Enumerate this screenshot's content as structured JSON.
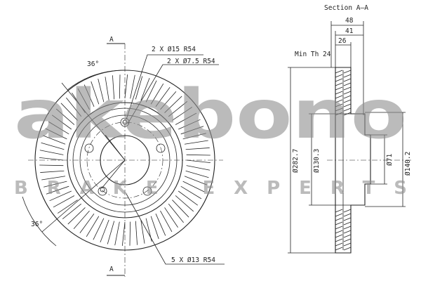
{
  "watermark": {
    "logo_text": "akebono",
    "tagline": "BRAKE EXPERTS"
  },
  "front_view": {
    "section_marker": "A",
    "angle_top": "36°",
    "angle_bottom": "36°",
    "callouts": {
      "holes_15": "2 X Ø15 R54",
      "holes_7_5": "2 X Ø7.5 R54",
      "holes_13": "5 X Ø13 R54"
    }
  },
  "section_view": {
    "title": "Section A–A",
    "min_thickness": "Min Th 24",
    "dims": {
      "width_48": "48",
      "width_41": "41",
      "width_26": "26",
      "dia_282_7": "Ø282.7",
      "dia_130_3": "Ø130.3",
      "dia_71": "Ø71",
      "dia_140_2": "Ø140.2"
    }
  },
  "colors": {
    "line": "#222222",
    "watermark": "#8f8f8f"
  }
}
